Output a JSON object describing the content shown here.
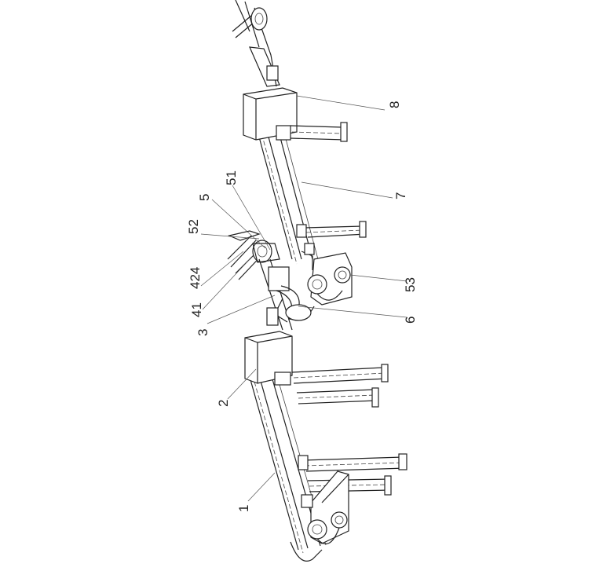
{
  "figure": {
    "labels": {
      "l1": "1",
      "l2": "2",
      "l3": "3",
      "l41": "41",
      "l424": "424",
      "l52": "52",
      "l5": "5",
      "l51": "51",
      "l53": "53",
      "l6": "6",
      "l7": "7",
      "l8": "8"
    }
  }
}
